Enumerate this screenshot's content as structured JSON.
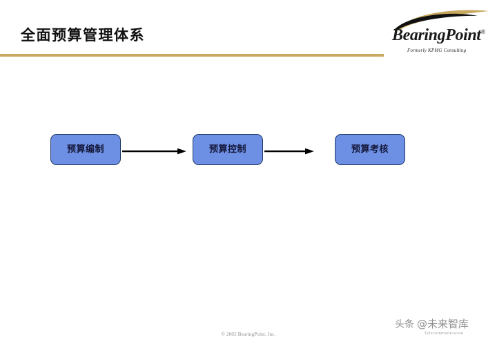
{
  "slide": {
    "title": "全面预算管理体系",
    "rule_color": "#c8a860",
    "background": "#ffffff"
  },
  "logo": {
    "wordmark": "BearingPoint",
    "trademark": "®",
    "tagline": "Formerly KPMG Consulting",
    "swoosh_dark_color": "#111111",
    "swoosh_gold_color": "#c8a75e"
  },
  "flow": {
    "type": "linear-process",
    "box_fill": "#6d8fe4",
    "box_border": "#1f3864",
    "arrow_color": "#000000",
    "boxes": [
      {
        "label": "预算编制"
      },
      {
        "label": "预算控制"
      },
      {
        "label": "预算考核"
      }
    ],
    "arrows": [
      {
        "from": "预算编制",
        "to": "预算控制"
      },
      {
        "from": "预算控制",
        "to": "预算考核"
      }
    ]
  },
  "footer": {
    "copyright": "© 2002 BearingPoint, Inc."
  },
  "watermark": {
    "source": "头条",
    "handle": "@未来智库",
    "subtitle": "Telecommunication"
  }
}
